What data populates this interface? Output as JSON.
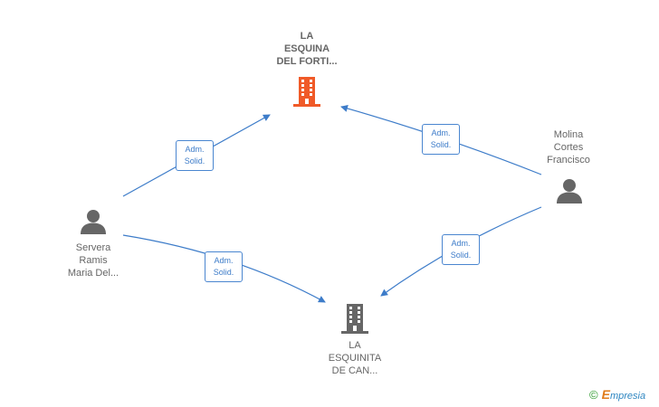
{
  "nodes": {
    "esquina_fortin": {
      "lines": [
        "LA",
        "ESQUINA",
        "DEL FORTI..."
      ],
      "type": "company",
      "icon": "building-icon",
      "color": "#f05a28"
    },
    "esquinita_can": {
      "lines": [
        "LA",
        "ESQUINITA",
        "DE CAN..."
      ],
      "type": "company",
      "icon": "building-icon",
      "color": "#666666"
    },
    "molina": {
      "lines": [
        "Molina",
        "Cortes",
        "Francisco"
      ],
      "type": "person",
      "icon": "person-icon",
      "color": "#666666"
    },
    "servera": {
      "lines": [
        "Servera",
        "Ramis",
        "Maria Del..."
      ],
      "type": "person",
      "icon": "person-icon",
      "color": "#666666"
    }
  },
  "edges": [
    {
      "from": "servera",
      "to": "esquina_fortin",
      "label": [
        "Adm.",
        "Solid."
      ]
    },
    {
      "from": "molina",
      "to": "esquina_fortin",
      "label": [
        "Adm.",
        "Solid."
      ]
    },
    {
      "from": "servera",
      "to": "esquinita_can",
      "label": [
        "Adm.",
        "Solid."
      ]
    },
    {
      "from": "molina",
      "to": "esquinita_can",
      "label": [
        "Adm.",
        "Solid."
      ]
    }
  ],
  "colors": {
    "edge": "#3d7cc9",
    "accent_company": "#f05a28",
    "node_gray": "#666666"
  },
  "brand": {
    "copyright": "©",
    "initial": "E",
    "rest": "mpresia"
  }
}
